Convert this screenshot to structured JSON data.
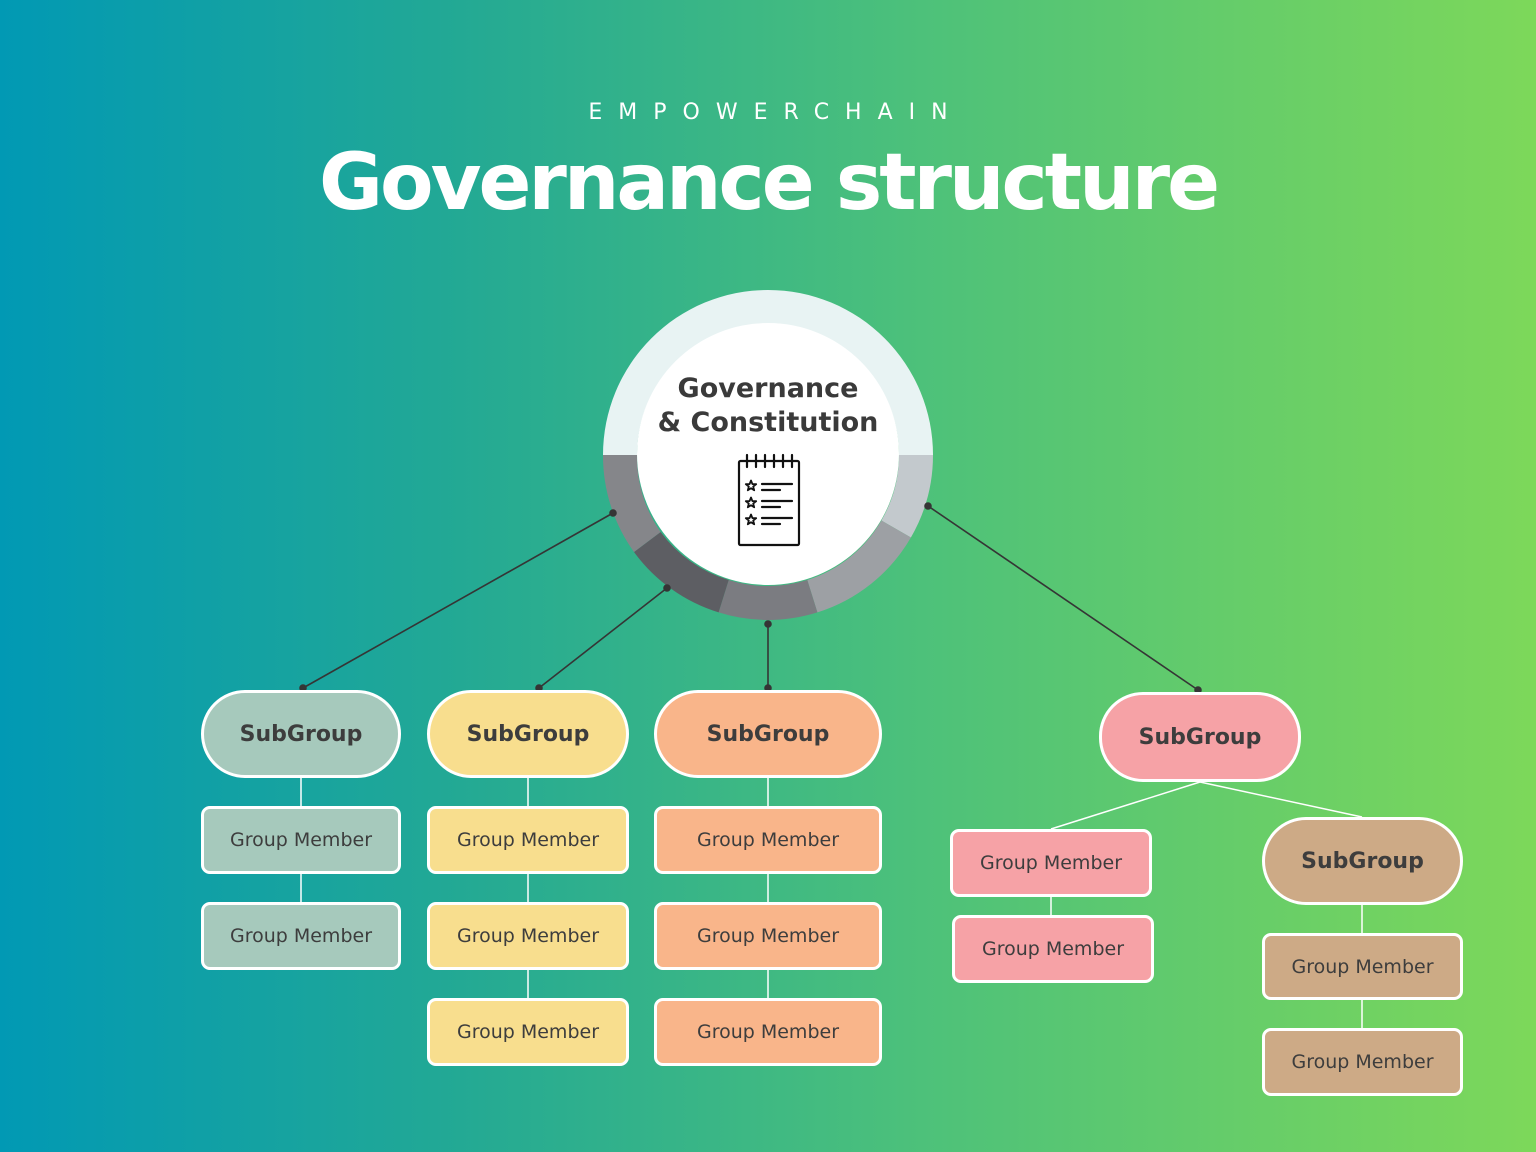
{
  "header": {
    "brand": "EMPOWERCHAIN",
    "title": "Governance structure"
  },
  "hub": {
    "title_line1": "Governance",
    "title_line2": "& Constitution",
    "icon": "notepad-checklist-icon"
  },
  "colors": {
    "sage": "#a6c9bc",
    "yellow": "#f8de8e",
    "orange": "#f9b58a",
    "pink": "#f6a2a6",
    "tan": "#cdaa86"
  },
  "branches": [
    {
      "subgroup": "SubGroup",
      "members": [
        "Group Member",
        "Group Member"
      ]
    },
    {
      "subgroup": "SubGroup",
      "members": [
        "Group Member",
        "Group Member",
        "Group Member"
      ]
    },
    {
      "subgroup": "SubGroup",
      "members": [
        "Group Member",
        "Group Member",
        "Group Member"
      ]
    },
    {
      "subgroup": "SubGroup",
      "members": [
        "Group Member",
        "Group Member"
      ],
      "nested": {
        "subgroup": "SubGroup",
        "members": [
          "Group Member",
          "Group Member"
        ]
      }
    }
  ]
}
